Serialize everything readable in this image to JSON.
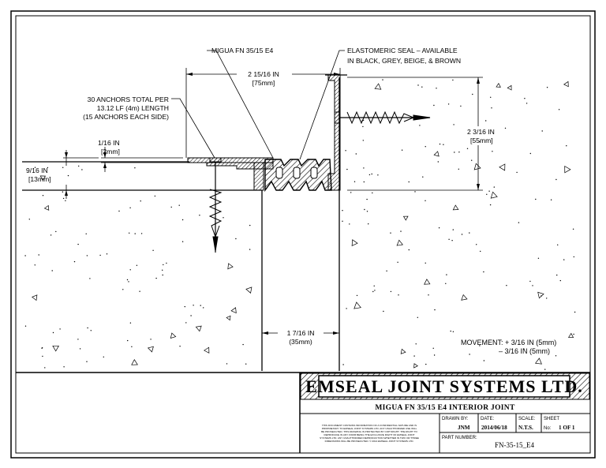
{
  "drawing": {
    "labels": {
      "product": "MIGUA FN 35/15 E4",
      "seal_line1": "ELASTOMERIC SEAL – AVAILABLE",
      "seal_line2": "IN BLACK, GREY, BEIGE, & BROWN",
      "anchors_line1": "30 ANCHORS TOTAL PER",
      "anchors_line2": "13.12 LF (4m) LENGTH",
      "anchors_line3": "(15 ANCHORS EACH SIDE)"
    },
    "dimensions": {
      "width_in": "2 15/16 IN",
      "width_mm": "[75mm]",
      "height_in": "2 3/16 IN",
      "height_mm": "[55mm]",
      "gap_in": "1 7/16 IN",
      "gap_mm": "(35mm)",
      "lip_in": "1/16 IN",
      "lip_mm": "[2mm]",
      "depth_in": "9/16 IN",
      "depth_mm": "[13mm]"
    },
    "movement": {
      "label": "MOVEMENT:",
      "plus": "+ 3/16 IN (5mm)",
      "minus": "– 3/16 IN (5mm)"
    }
  },
  "title_block": {
    "company": "EMSEAL JOINT SYSTEMS LTD.",
    "title": "MIGUA FN 35/15 E4 INTERIOR JOINT",
    "legal_lines": [
      "THIS DOCUMENT CONTAINS INFORMATION OF A CONFIDENTIAL NATURE AND IS",
      "PROPRIETARY TO EMSEAL JOINT SYSTEMS LTD. ANY UNAUTHORIZED USE WILL",
      "BE PROSECUTED. THIS DRAWING IS PROTECTED BY COPYRIGHT. THE RIGHT TO",
      "REPRODUCE IN ANY FORM BEING THE EXCLUSIVE RIGHT OF EMSEAL JOINT",
      "SYSTEMS LTD. ANY UNAUTHORIZED REPRODUCTION WHETHER IN TWO OR THREE",
      "DIMENSIONS WILL BE PROSECUTED. © 2014 EMSEAL JOINT SYSTEMS LTD."
    ],
    "drawn_by_label": "DRAWN BY:",
    "drawn_by": "JNM",
    "date_label": "DATE:",
    "date": "2014/06/18",
    "scale_label": "SCALE:",
    "scale": "N.T.S.",
    "sheet_label": "SHEET",
    "sheet_no_label": "No:",
    "sheet": "1 OF 1",
    "part_number_label": "PART NUMBER:",
    "part_number": "FN-35-15_E4"
  }
}
